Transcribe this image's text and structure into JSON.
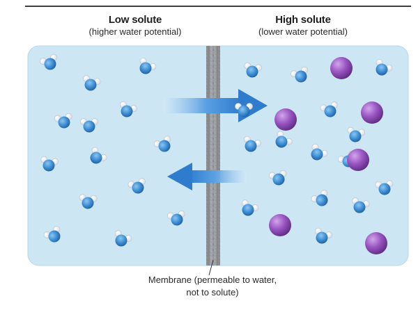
{
  "left_side": {
    "title": "Low solute",
    "subtitle": "(higher water potential)",
    "water_molecules": 14,
    "solute_particles": 0
  },
  "right_side": {
    "title": "High solute",
    "subtitle": "(lower water potential)",
    "water_molecules": 16,
    "solute_particles": 6
  },
  "membrane": {
    "caption_line1": "Membrane (permeable to water,",
    "caption_line2": "not to solute)"
  },
  "arrows": [
    {
      "direction": "left-to-right",
      "size": "large"
    },
    {
      "direction": "right-to-left",
      "size": "small"
    }
  ],
  "colors": {
    "container": "#cce6f3",
    "water_oxygen": "#3f8fd4",
    "water_hydrogen": "#ffffff",
    "solute": "#9a57c2",
    "arrow": "#3c86d6",
    "membrane": "#8e9194"
  }
}
